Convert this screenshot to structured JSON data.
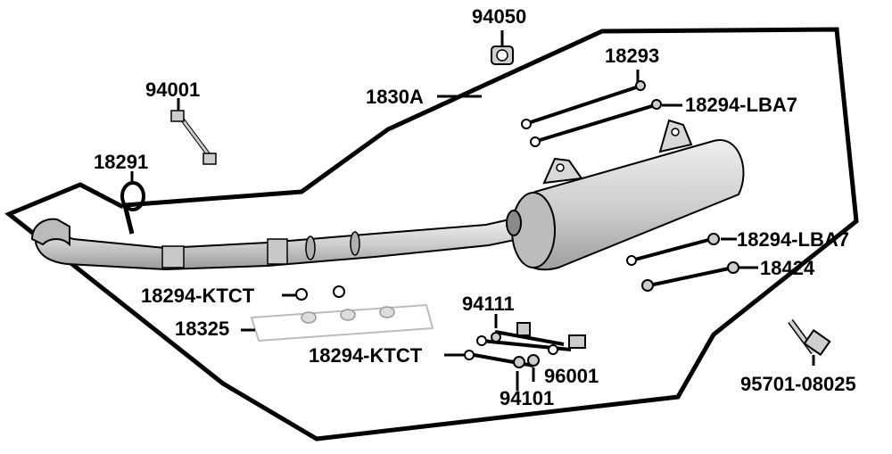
{
  "diagram": {
    "labels": {
      "p94050": "94050",
      "p18293": "18293",
      "p1830A": "1830A",
      "p18294_LBA7_top": "18294-LBA7",
      "p94001": "94001",
      "p18291": "18291",
      "p18294_LBA7_mid": "18294-LBA7",
      "p18424": "18424",
      "p18294_KTCT_top": "18294-KTCT",
      "p18325": "18325",
      "p94111": "94111",
      "p18294_KTCT_bot": "18294-KTCT",
      "p96001": "96001",
      "p94101": "94101",
      "p95701_08025": "95701-08025"
    }
  }
}
